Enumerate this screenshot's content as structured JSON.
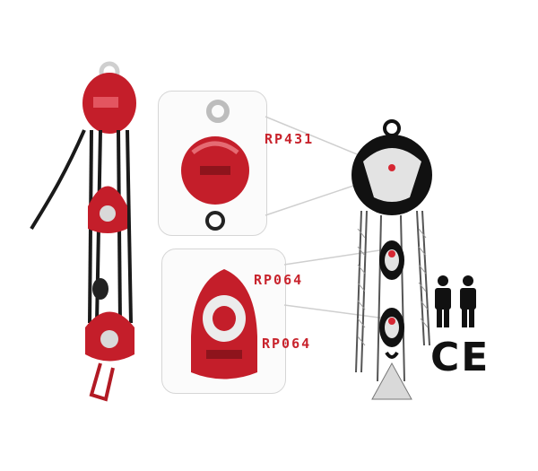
{
  "callouts": {
    "top_label": "RP431",
    "middle_label": "RP064",
    "bottom_label": "RP064"
  },
  "marks": {
    "ce_mark": "CE"
  },
  "colors": {
    "pulley_red": "#c41e2a",
    "label_red": "#c8232c",
    "diagram_black": "#111111",
    "panel_border": "#d6d6d6"
  },
  "icons": {
    "person_pair": "two-person-icon",
    "certification": "ce-mark-icon"
  }
}
